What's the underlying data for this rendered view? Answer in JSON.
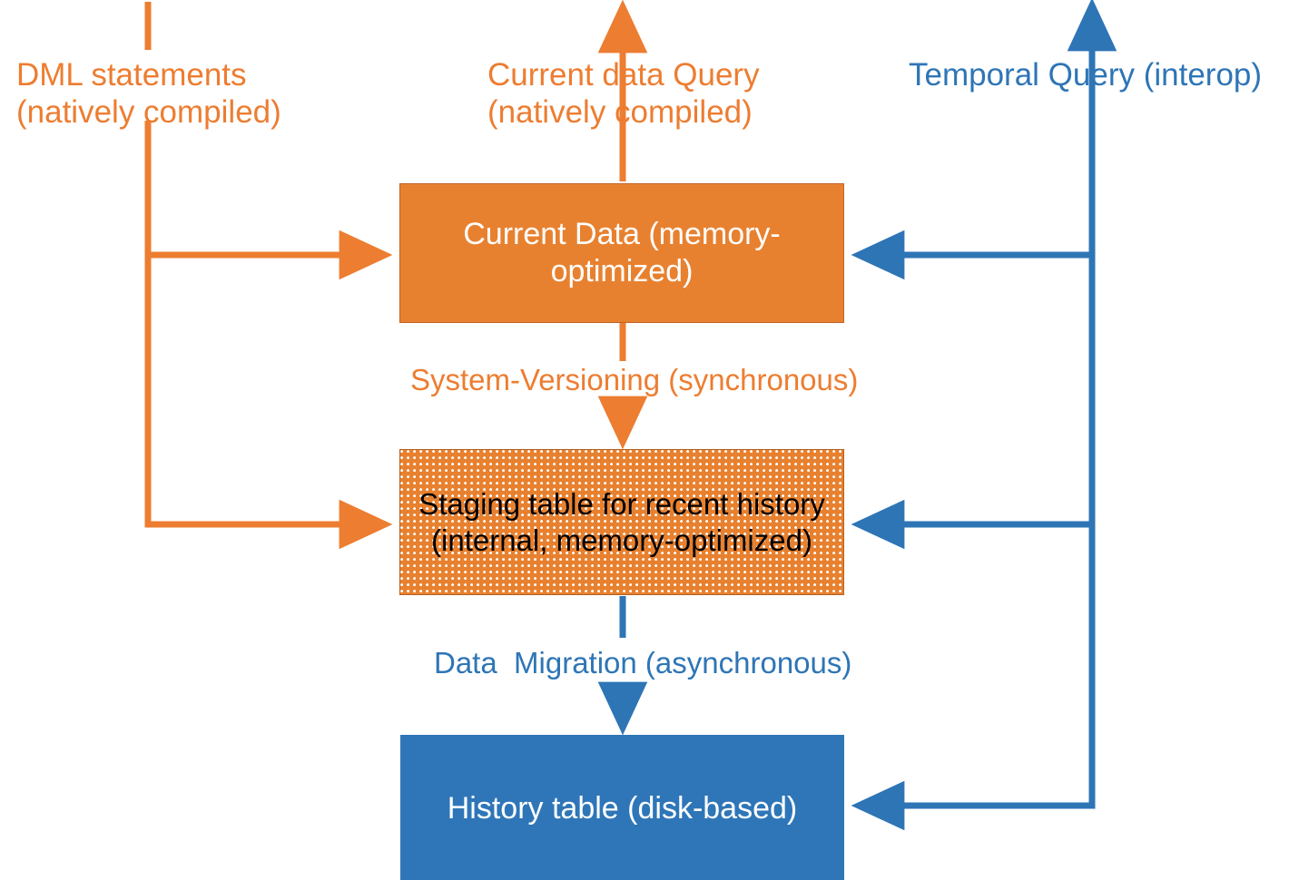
{
  "diagram": {
    "title": "SQL Server temporal memory-optimized table architecture",
    "colors": {
      "orange_fill": "#E8812F",
      "orange_line": "#ED7D31",
      "blue_fill": "#2E76B8",
      "blue_line": "#2E75B6",
      "box_text_light": "#FFFFFF",
      "box_text_dark": "#000000",
      "background": "#FFFFFF"
    },
    "labels": {
      "dml": "DML statements\n(natively compiled)",
      "current_query": "Current data Query\n(natively compiled)",
      "temporal_query": "Temporal Query (interop)",
      "system_versioning": "System-Versioning (synchronous)",
      "data_migration": "Data  Migration (asynchronous)"
    },
    "nodes": [
      {
        "id": "current-data",
        "label": "Current Data\n(memory-optimized)",
        "fill": "#E8812F",
        "pattern": "solid",
        "text_color": "#FFFFFF"
      },
      {
        "id": "staging-table",
        "label": "Staging table for recent history\n(internal, memory-optimized)",
        "fill": "#E8812F",
        "pattern": "dotted",
        "text_color": "#000000"
      },
      {
        "id": "history-table",
        "label": "History table\n(disk-based)",
        "fill": "#2E76B8",
        "pattern": "solid",
        "text_color": "#FFFFFF"
      }
    ],
    "edges": [
      {
        "id": "dml-to-current",
        "from": "dml",
        "to": "current-data",
        "color": "#ED7D31"
      },
      {
        "id": "dml-to-staging",
        "from": "dml",
        "to": "staging-table",
        "color": "#ED7D31"
      },
      {
        "id": "current-to-query",
        "from": "current-data",
        "to": "current_query",
        "color": "#ED7D31"
      },
      {
        "id": "current-to-staging",
        "from": "current-data",
        "to": "staging-table",
        "color": "#ED7D31"
      },
      {
        "id": "staging-to-history",
        "from": "staging-table",
        "to": "history-table",
        "color": "#2E75B6"
      },
      {
        "id": "temporal-to-current",
        "from": "temporal_query",
        "to": "current-data",
        "color": "#2E75B6"
      },
      {
        "id": "temporal-to-staging",
        "from": "temporal_query",
        "to": "staging-table",
        "color": "#2E75B6"
      },
      {
        "id": "temporal-to-history",
        "from": "temporal_query",
        "to": "history-table",
        "color": "#2E75B6"
      }
    ]
  }
}
